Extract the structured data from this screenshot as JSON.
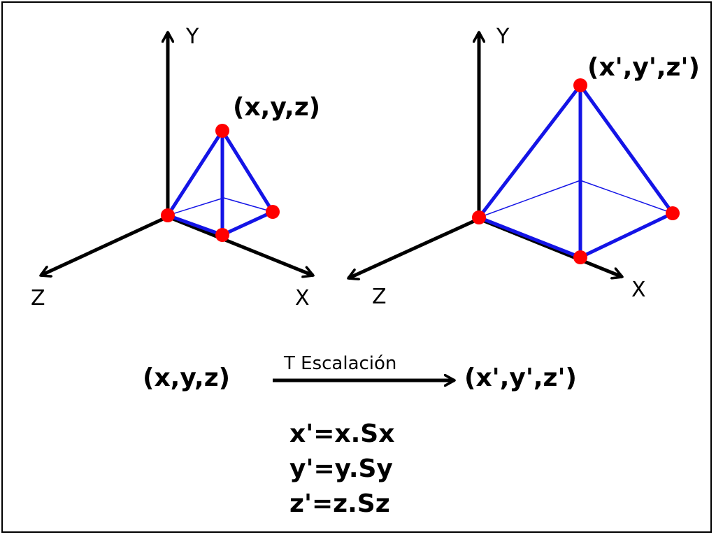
{
  "colors": {
    "axis": "#000000",
    "edge": "#1414e6",
    "vertex": "#ff0000"
  },
  "left_figure": {
    "axes": {
      "y": "Y",
      "z": "Z",
      "x": "X"
    },
    "apex_label": "(x,y,z)"
  },
  "right_figure": {
    "axes": {
      "y": "Y",
      "z": "Z",
      "x": "X"
    },
    "apex_label": "(x',y',z')"
  },
  "transform": {
    "source": "(x,y,z)",
    "arrow_label": "T Escalación",
    "target": "(x',y',z')"
  },
  "equations": [
    "x'=x.Sx",
    "y'=y.Sy",
    "z'=z.Sz"
  ]
}
